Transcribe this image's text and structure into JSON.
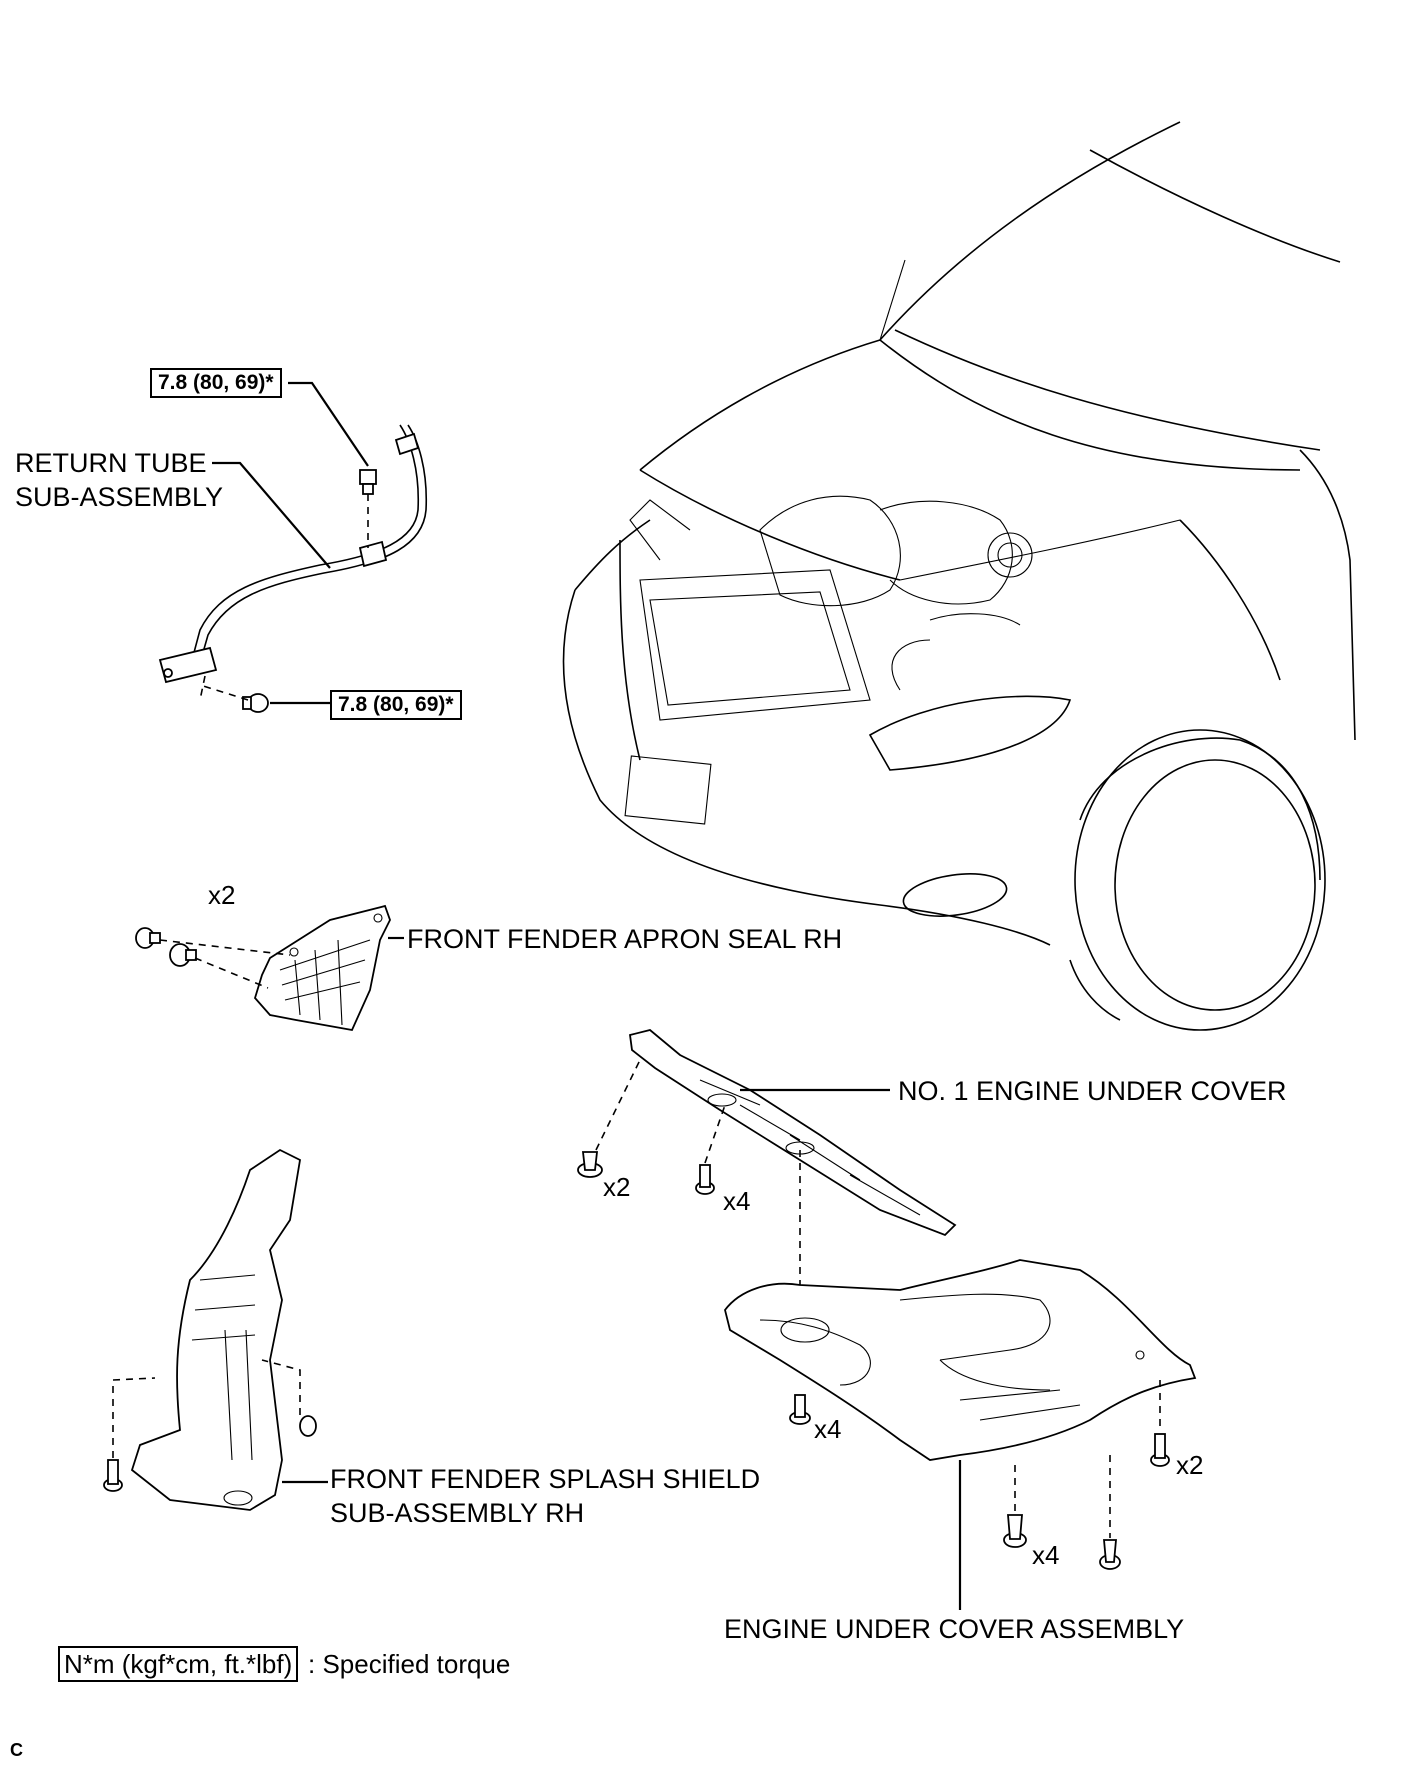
{
  "labels": {
    "return_tube_line1": "RETURN TUBE",
    "return_tube_line2": "SUB-ASSEMBLY",
    "apron_seal": "FRONT FENDER APRON SEAL RH",
    "no1_under_cover": "NO. 1 ENGINE UNDER COVER",
    "splash_shield_line1": "FRONT FENDER SPLASH SHIELD",
    "splash_shield_line2": "SUB-ASSEMBLY RH",
    "under_cover_assembly": "ENGINE UNDER COVER ASSEMBLY"
  },
  "torque": {
    "upper": "7.8 (80, 69)*",
    "lower": "7.8 (80, 69)*"
  },
  "quantities": {
    "apron_clip": "x2",
    "no1_clips": "x2",
    "no1_bolts": "x4",
    "assembly_bolts": "x4",
    "assembly_clips": "x4",
    "assembly_side": "x2"
  },
  "legend": {
    "units": "N*m (kgf*cm, ft.*lbf)",
    "meaning": ": Specified torque"
  },
  "figure_code": "C"
}
